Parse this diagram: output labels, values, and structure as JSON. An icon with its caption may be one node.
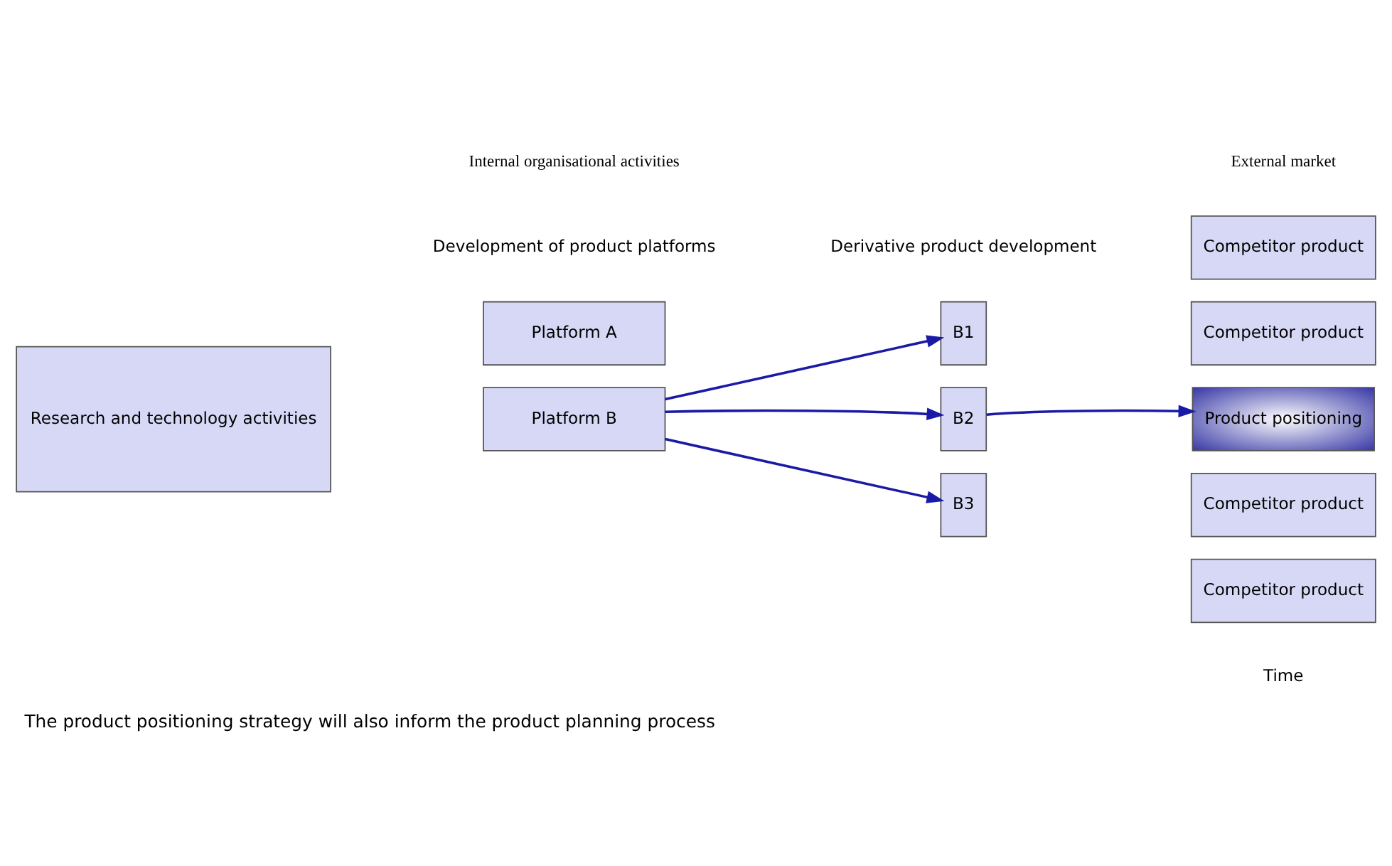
{
  "diagram": {
    "caption": "The product positioning strategy will also inform the product planning process",
    "nodes": [
      {
        "text": [
          "Research and technology activities"
        ]
      },
      {
        "text": [
          "Platform A"
        ]
      },
      {
        "text": [
          "Platform B"
        ]
      },
      {
        "text": [
          "B1"
        ]
      },
      {
        "text": [
          "B2"
        ]
      },
      {
        "text": [
          "B3"
        ]
      },
      {
        "text": [
          "Competitor product"
        ]
      },
      {
        "text": [
          "Competitor product"
        ]
      },
      {
        "text": [
          "Product positioning"
        ]
      },
      {
        "text": [
          "Competitor product"
        ]
      },
      {
        "text": [
          "Competitor product"
        ]
      }
    ],
    "edges": [
      {
        "from": 2,
        "to": 3,
        "arrow": "to"
      },
      {
        "from": 2,
        "to": 4,
        "arrow": "to"
      },
      {
        "from": 2,
        "to": 5,
        "arrow": "to"
      },
      {
        "from": 4,
        "to": 8,
        "arrow": "to"
      }
    ],
    "labels": [
      "Internal organisational activities",
      "External market",
      "Development of product platforms",
      "Derivative product development",
      "Time"
    ]
  }
}
